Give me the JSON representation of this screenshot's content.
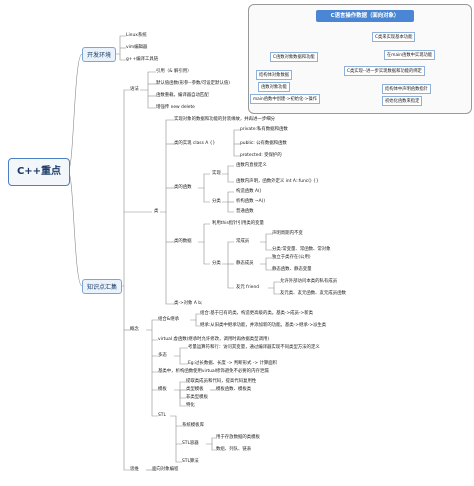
{
  "root": "C++重点",
  "panel": {
    "title": "C语言操作数据（面向对象）",
    "left_head": "C函数对象数据和功能",
    "left_items": [
      "结构体对象数据",
      "函数对象功能",
      "main函数中创建->初始化->操作"
    ],
    "right_head1": "C类来实现基本功能",
    "right_sub1": "在main函数中实现功能",
    "right_head2": "C类实现--进一步实现数据和功能的绑定",
    "right_sub2": [
      "结构体中声明函数指针",
      "初始化函数来指定"
    ]
  },
  "env": {
    "label": "开发环境",
    "items": [
      "Linux系统",
      "vim编辑器",
      "g++编译工具链"
    ]
  },
  "knowledge": {
    "label": "知识点汇集",
    "syntax": {
      "label": "语法",
      "items": [
        "引用（& 解引用）",
        "默认值函数(形参--参数/可设定默认值)",
        "函数重载，编译器自动匹配",
        "增强传 new delete"
      ]
    },
    "class": {
      "label": "类",
      "top": "实现对象的数据和功能的封装缘故，并再进一步细分",
      "impl": {
        "label": "类的实现 class A {}",
        "items": [
          "private:私有数据和函数",
          "public: 公有数据和函数",
          "protected: 受保护的"
        ]
      },
      "func": {
        "label": "类的函数",
        "impl_label": "实现",
        "impl_items": [
          "函数内直接定义",
          "函数内声明，函数外定义 int A::func() {}"
        ],
        "cat_label": "分类",
        "cat_items": [
          "构造函数 A()",
          "析构函数 ~A()",
          "普通函数"
        ]
      },
      "data": {
        "label": "类的数据",
        "this": "利用this指针引用类的变量",
        "const_label": "常成员",
        "const_items": [
          "声明周期内不变",
          "分类:常变量、常函数、常对象"
        ],
        "cat_label": "分类",
        "static_label": "静态成员",
        "static_items": [
          "独立于类存在(公用)",
          "静态函数、静态变量"
        ],
        "friend_label": "友元 friend",
        "friend_items": [
          "允许外部访问本类的私有成员",
          "友元类、友元函数、友元成员函数"
        ]
      },
      "ptr": "类->对象 A b;"
    },
    "concept": {
      "label": "概念",
      "compose": {
        "label": "组合&继承",
        "items": [
          "组合:基于已有的类，构造更高级的类。基类->成员->新类",
          "继承:从旧类中继承功能，并添加新的功能。基类->继承->派生类"
        ]
      },
      "virtual": "virtual 虚函数(继承时允许修改，调用时再依据类型调用)",
      "poly": {
        "label": "多态",
        "items": [
          "考量运算符和行：访问其变量，通过编译器实现不同类型方法的定义",
          "Eg:过长数据、长度 -> 判断形式 -> 计算面积"
        ]
      },
      "base": "基类中，析构函数使用virtual修饰避免不必要的内存泄漏",
      "tpl": {
        "label": "模板",
        "head": "提取类成员和代码，提高代码复用性",
        "type_label": "类型模板",
        "type_item": "模板函数、模板类",
        "nontype": "非类型模板",
        "spec": "特化"
      },
      "stl": {
        "label": "STL",
        "lib": "系统模板库",
        "container_label": "STL容器",
        "container_items": [
          "用于存放数据的类模板",
          "数组、列队、链表"
        ],
        "algo": "STL算法"
      }
    },
    "thought": {
      "label": "思维",
      "item": "面向对象编程"
    }
  }
}
